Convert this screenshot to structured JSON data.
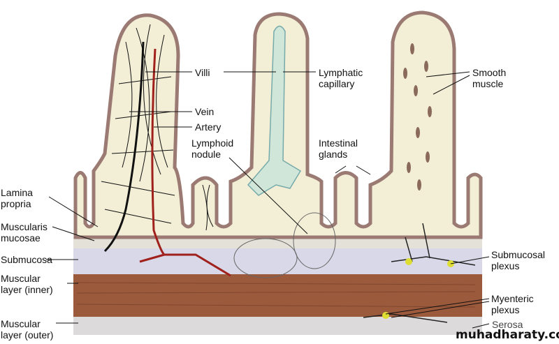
{
  "labels": {
    "villi": "Villi",
    "lymphatic_capillary": [
      "Lymphatic",
      "capillary"
    ],
    "smooth_muscle": [
      "Smooth",
      "muscle"
    ],
    "vein": "Vein",
    "artery": "Artery",
    "lymphoid_nodule": [
      "Lymphoid",
      "nodule"
    ],
    "intestinal_glands": [
      "Intestinal",
      "glands"
    ],
    "lamina_propria": [
      "Lamina",
      "propria"
    ],
    "muscularis_mucosae": [
      "Muscularis",
      "mucosae"
    ],
    "submucosa": "Submucosa",
    "muscular_inner": [
      "Muscular",
      "layer (inner)"
    ],
    "submucosal_plexus": [
      "Submucosal",
      "plexus"
    ],
    "myenteric_plexus": [
      "Myenteric",
      "plexus"
    ],
    "muscular_outer": [
      "Muscular",
      "layer (outer)"
    ],
    "serosa": "Serosa"
  },
  "watermark": "muhadharaty.com",
  "colors": {
    "mucosa": "#f3efd6",
    "epithelium": "#9a7a72",
    "submucosa": "#d8d8e8",
    "muscle": "#9c5a3c",
    "serosa": "#dcdcdc",
    "lymph": "#cfe6d8",
    "artery": "#a0201c"
  }
}
